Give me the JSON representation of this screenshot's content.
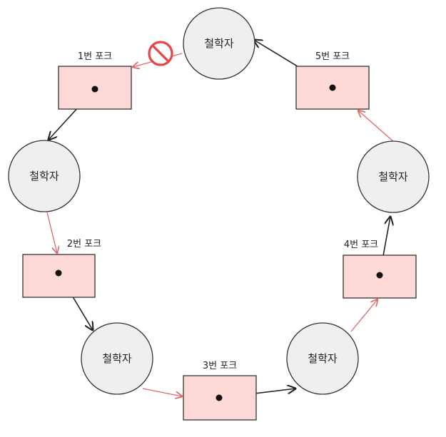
{
  "diagram": {
    "philosophers": [
      {
        "id": "p1",
        "label": "철학자"
      },
      {
        "id": "p2",
        "label": "철학자"
      },
      {
        "id": "p3",
        "label": "철학자"
      },
      {
        "id": "p4",
        "label": "철학자"
      },
      {
        "id": "p5",
        "label": "철학자"
      }
    ],
    "forks": [
      {
        "id": "f1",
        "label": "1번 포크"
      },
      {
        "id": "f2",
        "label": "2번 포크"
      },
      {
        "id": "f3",
        "label": "3번 포크"
      },
      {
        "id": "f4",
        "label": "4번 포크"
      },
      {
        "id": "f5",
        "label": "5번 포크"
      }
    ],
    "edges": [
      {
        "from": "p1",
        "to": "f1",
        "kind": "request",
        "blocked": true
      },
      {
        "from": "f1",
        "to": "p2",
        "kind": "held"
      },
      {
        "from": "p2",
        "to": "f2",
        "kind": "request"
      },
      {
        "from": "f2",
        "to": "p3",
        "kind": "held"
      },
      {
        "from": "p3",
        "to": "f3",
        "kind": "request"
      },
      {
        "from": "f3",
        "to": "p4",
        "kind": "held"
      },
      {
        "from": "p4",
        "to": "f4",
        "kind": "request"
      },
      {
        "from": "f4",
        "to": "p5",
        "kind": "held"
      },
      {
        "from": "p5",
        "to": "f5",
        "kind": "request"
      },
      {
        "from": "f5",
        "to": "p1",
        "kind": "held"
      }
    ],
    "colors": {
      "philosopher_fill": "#efefef",
      "philosopher_stroke": "#333333",
      "fork_fill": "#fcd9d6",
      "fork_stroke": "#333333",
      "held_edge": "#222222",
      "request_edge": "#e06666",
      "blocked_icon": "#e84545"
    },
    "icons": {
      "blocked": "no-entry-icon"
    }
  }
}
